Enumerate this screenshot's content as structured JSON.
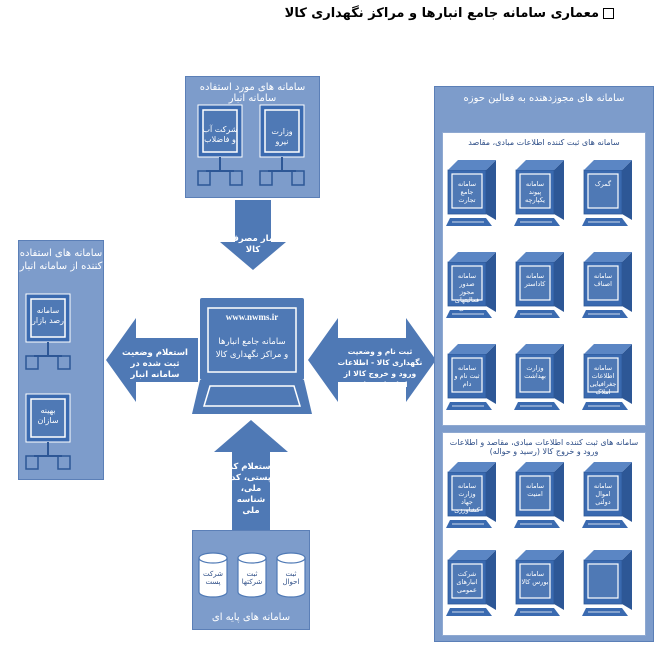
{
  "title": "معماری سامانه جامع انبارها و مراکز نگهداری کالا",
  "top_panel": {
    "title": "سامانه های مورد استفاده سامانه انبار",
    "computers": [
      "شرکت آب و فاضلاب",
      "وزارت نیرو"
    ]
  },
  "top_arrow_text": "آمار مصرف کالا",
  "left_panel": {
    "title": "سامانه های استفاده کننده از سامانه انبار",
    "computers": [
      "سامانه رصد بازار",
      "بهینه سازان"
    ]
  },
  "left_arrow_text": "استعلام وضعیت ثبت شده در سامانه انبار",
  "center": {
    "url": "www.nwms.ir",
    "line1": "سامانه جامع انبارها",
    "line2": "و مراکز نگهداری کالا"
  },
  "right_arrow_text": "ثبت نام و وضعیت نگهداری کالا - اطلاعات ورود و خروج کالا از انبارهای دولتی",
  "right_panel": {
    "title": "سامانه های مجوزدهنده به فعالین حوزه",
    "group1_title": "سامانه های ثبت کننده اطلاعات مبادی، مقاصد",
    "group1_computers": [
      "سامانه جامع تجارت",
      "سامانه پیوند یکپارچه",
      "گمرک",
      "سامانه صدور مجوز فعالیتهای صنفی",
      "سامانه کاداستر",
      "سامانه اصناف",
      "سامانه ثبت نام و دام",
      "وزارت بهداشت",
      "سامانه اطلاعات جغرافیایی املاک"
    ],
    "group2_title": "سامانه های ثبت کننده اطلاعات مبادی، مقاصد و اطلاعات ورود و خروج کالا (رسید و حواله)",
    "group2_computers": [
      "سامانه وزارت جهاد کشاورزی",
      "سامانه امنیت",
      "سامانه اموال دولتی",
      "شرکت انبارهای عمومی",
      "سامانه بورس کالا",
      ""
    ]
  },
  "bottom_arrow_text": "استعلام کد پستی، کد ملی، شناسه ملی",
  "bottom_panel": {
    "title": "سامانه های پایه ای",
    "databases": [
      "شرکت پست",
      "ثبت شرکتها",
      "ثبت احوال"
    ]
  },
  "colors": {
    "panel": "#7d9ccb",
    "panel_border": "#5b7fb7",
    "arrow": "#4f79b5",
    "computer": "#3a6ab0",
    "screen_border": "#ffffff"
  }
}
